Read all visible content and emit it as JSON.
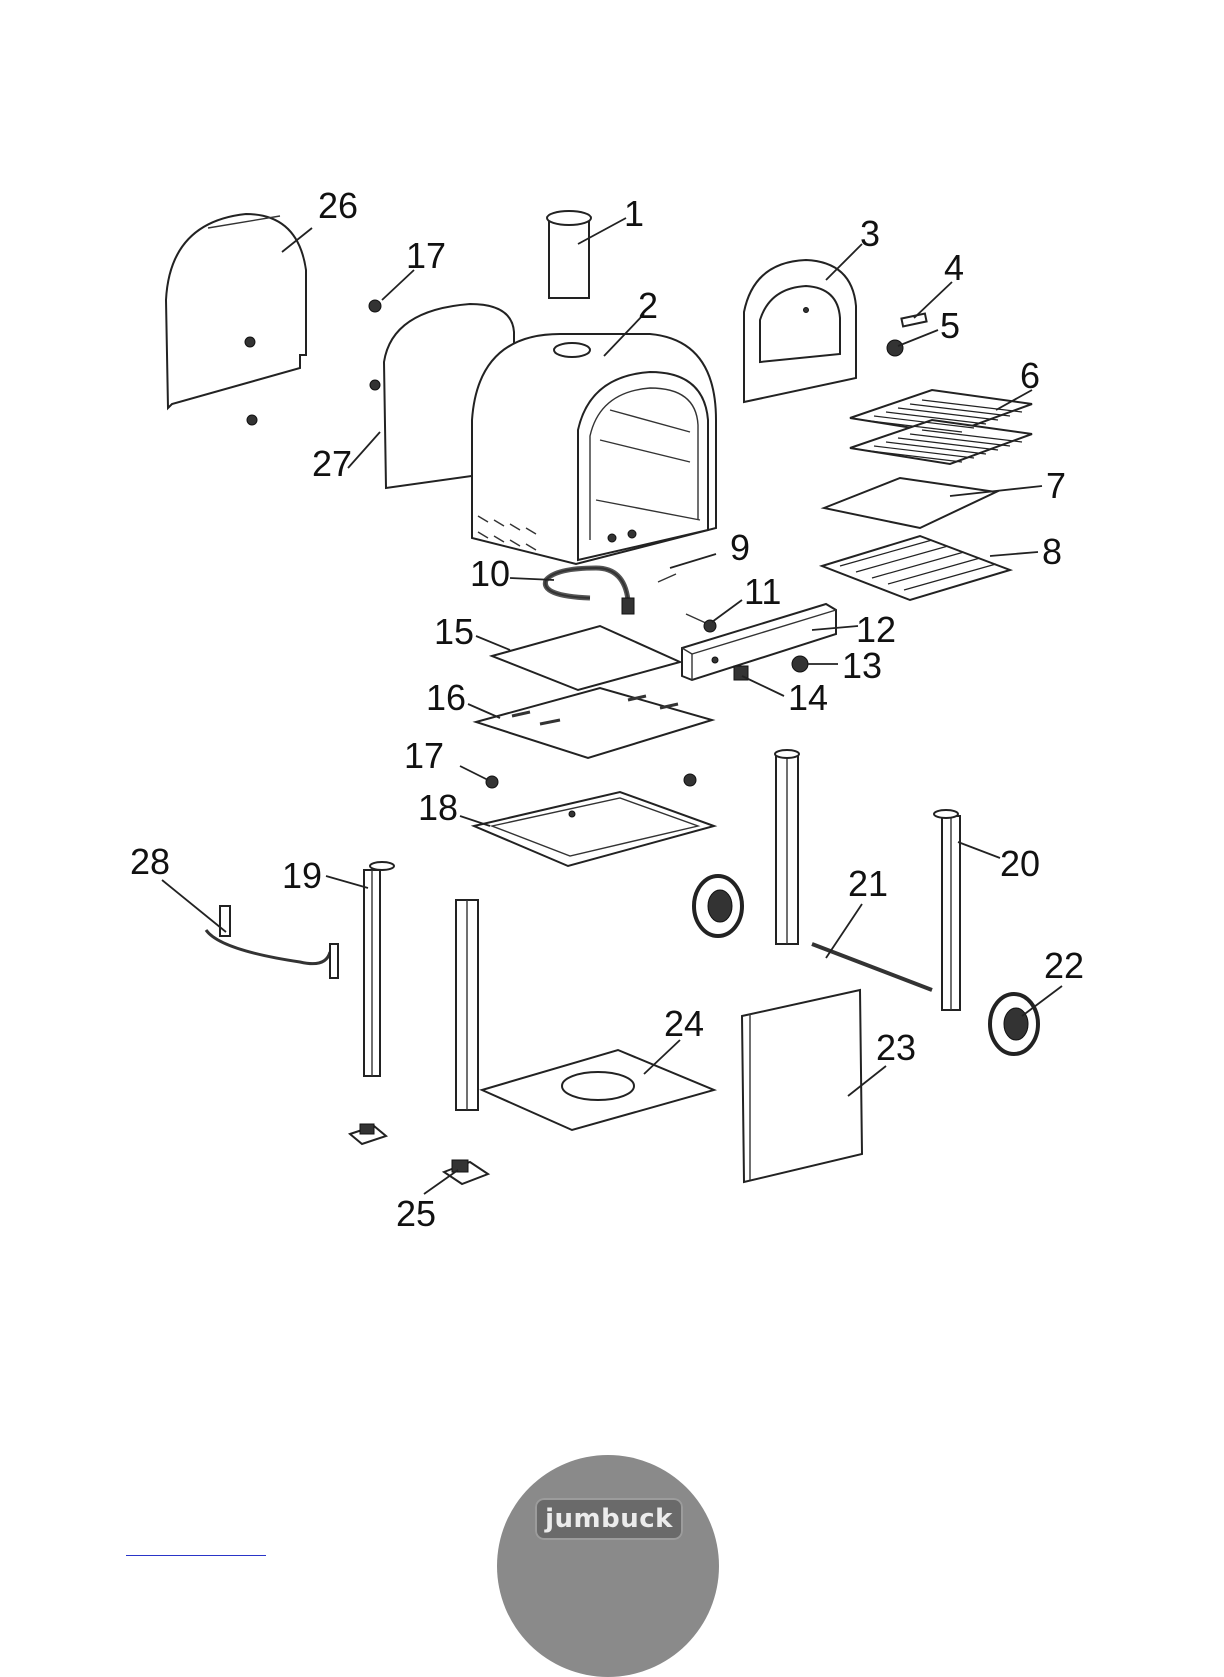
{
  "diagram": {
    "callouts": [
      "1",
      "2",
      "3",
      "4",
      "5",
      "6",
      "7",
      "8",
      "9",
      "10",
      "11",
      "12",
      "13",
      "14",
      "15",
      "16",
      "17",
      "17",
      "18",
      "19",
      "20",
      "21",
      "22",
      "23",
      "24",
      "25",
      "26",
      "27",
      "28"
    ]
  },
  "footer": {
    "brand": "jumbuck",
    "rule_color": "#2a35c8",
    "badge_color": "#8a8a8a"
  }
}
